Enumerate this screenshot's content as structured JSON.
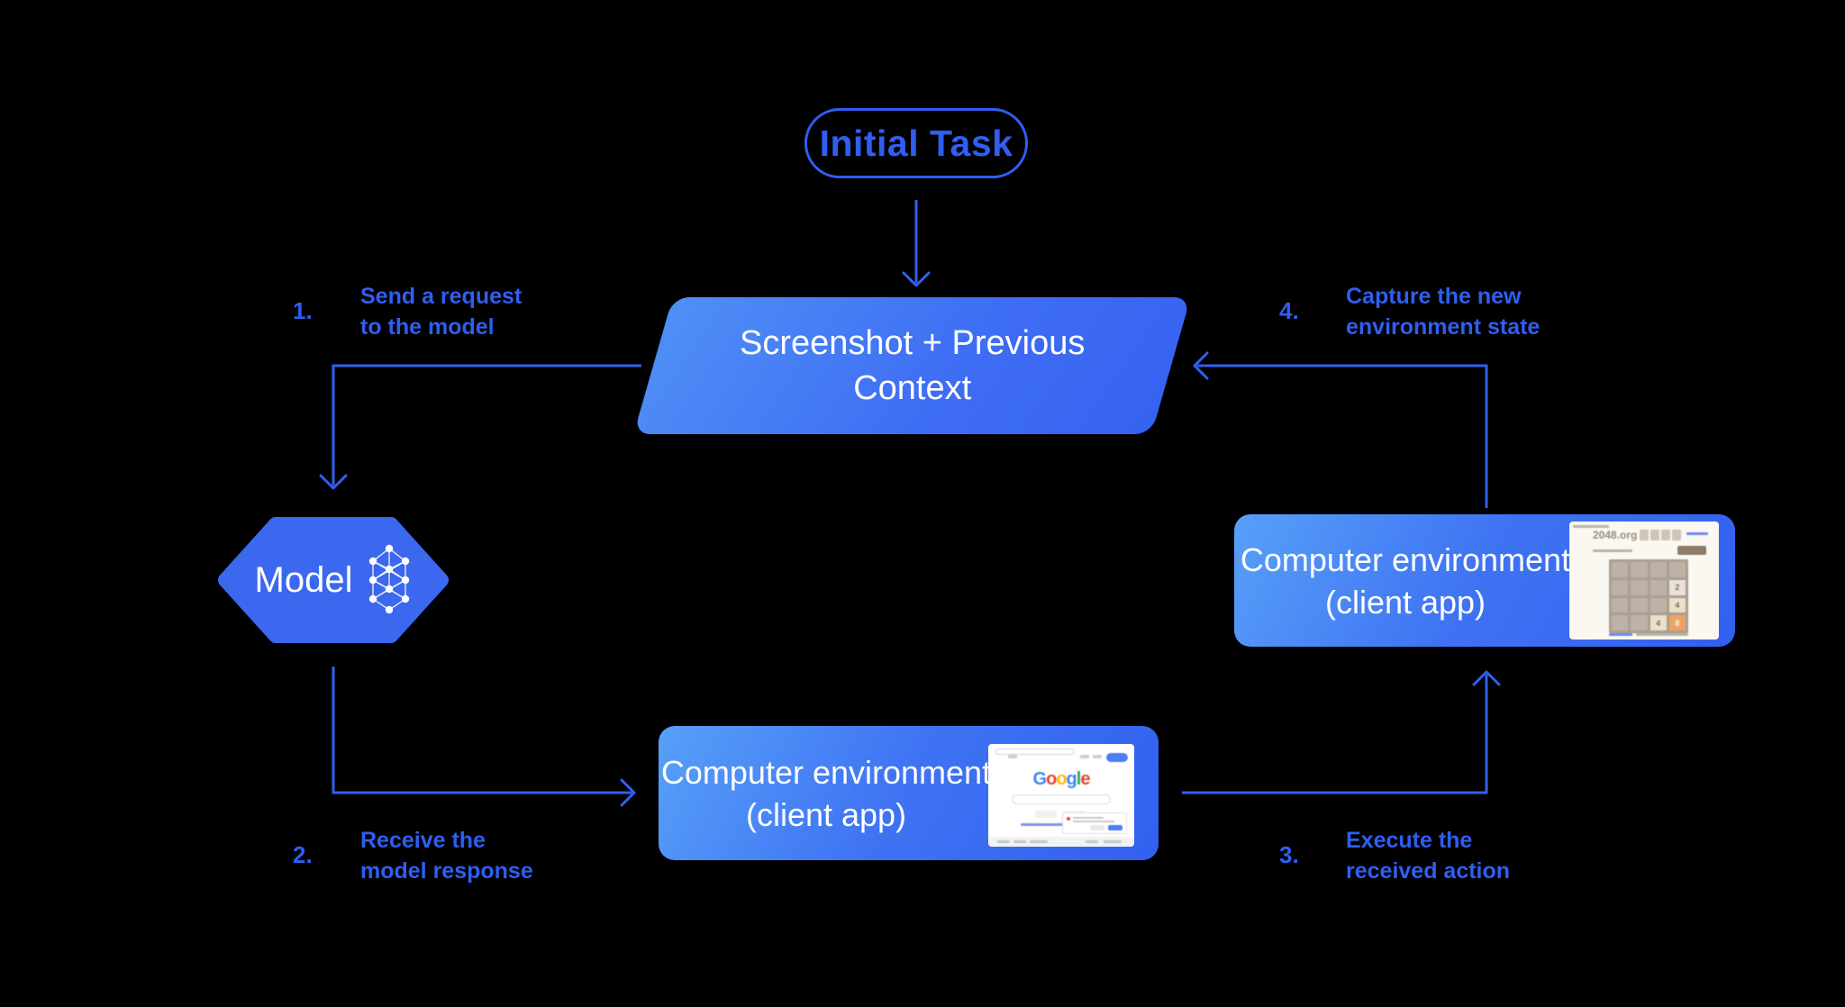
{
  "diagram": {
    "initial_task": {
      "label": "Initial Task"
    },
    "screenshot_context": {
      "line1": "Screenshot + Previous",
      "line2": "Context"
    },
    "model": {
      "label": "Model"
    },
    "env_right": {
      "line1": "Computer environment",
      "line2": "(client app)"
    },
    "env_bottom": {
      "line1": "Computer environment",
      "line2": "(client app)"
    },
    "steps": [
      {
        "number": "1.",
        "line1": "Send a request",
        "line2": "to the model"
      },
      {
        "number": "2.",
        "line1": "Receive the",
        "line2": "model response"
      },
      {
        "number": "3.",
        "line1": "Execute the",
        "line2": "received action"
      },
      {
        "number": "4.",
        "line1": "Capture the new",
        "line2": "environment state"
      }
    ],
    "colors": {
      "background": "#000000",
      "accent_blue": "#2f5ef1",
      "arrow_blue": "#3160f0",
      "shape_gradient_start": "#57a0f8",
      "shape_gradient_end": "#3160ef",
      "hexagon_fill": "#3b68ef",
      "shape_text": "#ffffff"
    }
  },
  "thumbnails": {
    "game2048": {
      "site_title": "2048.org",
      "tiles": [
        "",
        "",
        "",
        "",
        "",
        "",
        "",
        "2",
        "",
        "",
        "",
        "4",
        "",
        "",
        "4",
        "8"
      ],
      "tile_colors": {
        "2": "#eae2da",
        "4": "#ece0c8",
        "8": "#f0a263"
      }
    },
    "google": {
      "logo_letters": [
        "G",
        "o",
        "o",
        "g",
        "l",
        "e"
      ]
    }
  }
}
